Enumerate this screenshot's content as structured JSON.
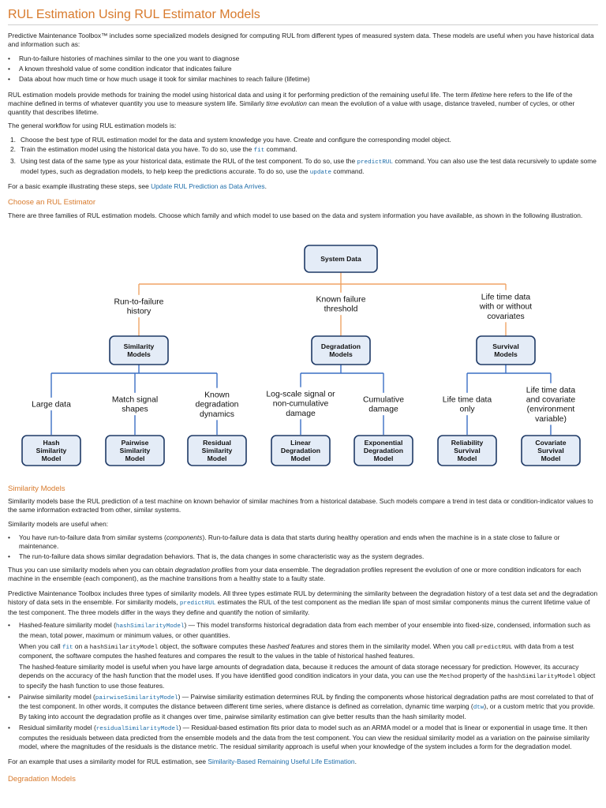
{
  "title": "RUL Estimation Using RUL Estimator Models",
  "intro": "Predictive Maintenance Toolbox™ includes some specialized models designed for computing RUL from different types of measured system data. These models are useful when you have historical data and information such as:",
  "intro_bullets": [
    "Run-to-failure histories of machines similar to the one you want to diagnose",
    "A known threshold value of some condition indicator that indicates failure",
    "Data about how much time or how much usage it took for similar machines to reach failure (lifetime)"
  ],
  "para2": {
    "a": "RUL estimation models provide methods for training the model using historical data and using it for performing prediction of the remaining useful life. The term ",
    "em1": "lifetime",
    "b": " here refers to the life of the machine defined in terms of whatever quantity you use to measure system life. Similarly ",
    "em2": "time evolution",
    "c": " can mean the evolution of a value with usage, distance traveled, number of cycles, or other quantity that describes lifetime."
  },
  "workflow_intro": "The general workflow for using RUL estimation models is:",
  "steps": [
    {
      "num": "1.",
      "text": "Choose the best type of RUL estimation model for the data and system knowledge you have. Create and configure the corresponding model object."
    },
    {
      "num": "2.",
      "a": "Train the estimation model using the historical data you have. To do so, use the ",
      "code": "fit",
      "b": " command."
    },
    {
      "num": "3.",
      "a": "Using test data of the same type as your historical data, estimate the RUL of the test component. To do so, use the ",
      "code1": "predictRUL",
      "b": " command. You can also use the test data recursively to update some model types, such as degradation models, to help keep the predictions accurate. To do so, use the ",
      "code2": "update",
      "c": " command."
    }
  ],
  "basic_example": {
    "a": "For a basic example illustrating these steps, see ",
    "link": "Update RUL Prediction as Data Arrives",
    "b": "."
  },
  "choose_heading": "Choose an RUL Estimator",
  "choose_text": "There are three families of RUL estimation models. Choose which family and which model to use based on the data and system information you have available, as shown in the following illustration.",
  "diagram": {
    "colors": {
      "orange": "#f0a465",
      "blue": "#3a6fc4",
      "box_fill": "#e4ecf7",
      "box_border": "#1f3a66"
    },
    "root": "System Data",
    "branch_labels": [
      [
        "Run-to-failure",
        "history"
      ],
      [
        "Known failure",
        "threshold"
      ],
      [
        "Life time data",
        "with or without",
        "covariates"
      ]
    ],
    "families": [
      [
        "Similarity",
        "Models"
      ],
      [
        "Degradation",
        "Models"
      ],
      [
        "Survival",
        "Models"
      ]
    ],
    "leaf_labels": [
      [
        "Large data"
      ],
      [
        "Match signal",
        "shapes"
      ],
      [
        "Known",
        "degradation",
        "dynamics"
      ],
      [
        "Log-scale signal or",
        "non-cumulative",
        "damage"
      ],
      [
        "Cumulative",
        "damage"
      ],
      [
        "Life time data",
        "only"
      ],
      [
        "Life time data",
        "and covariate",
        "(environment",
        "variable)"
      ]
    ],
    "leaves": [
      [
        "Hash",
        "Similarity",
        "Model"
      ],
      [
        "Pairwise",
        "Similarity",
        "Model"
      ],
      [
        "Residual",
        "Similarity",
        "Model"
      ],
      [
        "Linear",
        "Degradation",
        "Model"
      ],
      [
        "Exponential",
        "Degradation",
        "Model"
      ],
      [
        "Reliability",
        "Survival",
        "Model"
      ],
      [
        "Covariate",
        "Survival",
        "Model"
      ]
    ]
  },
  "similarity_heading": "Similarity Models",
  "sim_p1": "Similarity models base the RUL prediction of a test machine on known behavior of similar machines from a historical database. Such models compare a trend in test data or condition-indicator values to the same information extracted from other, similar systems.",
  "sim_p2": "Similarity models are useful when:",
  "sim_bullets": [
    {
      "a": "You have run-to-failure data from similar systems (",
      "em": "components",
      "b": "). Run-to-failure data is data that starts during healthy operation and ends when the machine is in a state close to failure or maintenance."
    },
    {
      "text": "The run-to-failure data shows similar degradation behaviors. That is, the data changes in some characteristic way as the system degrades."
    }
  ],
  "sim_p3": {
    "a": "Thus you can use similarity models when you can obtain ",
    "em": "degradation profiles",
    "b": " from your data ensemble. The degradation profiles represent the evolution of one or more condition indicators for each machine in the ensemble (each component), as the machine transitions from a healthy state to a faulty state."
  },
  "sim_p4": {
    "a": "Predictive Maintenance Toolbox includes three types of similarity models. All three types estimate RUL by determining the similarity between the degradation history of a test data set and the degradation history of data sets in the ensemble. For similarity models, ",
    "code": "predictRUL",
    "b": " estimates the RUL of the test component as the median life span of most similar components minus the current lifetime value of the test component. The three models differ in the ways they define and quantify the notion of similarity."
  },
  "models": [
    {
      "a": "Hashed-feature similarity model (",
      "code": "hashSimilarityModel",
      "b": ") — This model transforms historical degradation data from each member of your ensemble into fixed-size, condensed, information such as the mean, total power, maximum or minimum values, or other quantities.",
      "sub1": {
        "a": "When you call ",
        "code1": "fit",
        "b": " on a ",
        "code2": "hashSimilarityModel",
        "c": " object, the software computes these ",
        "em": "hashed features",
        "d": " and stores them in the similarity model. When you call ",
        "code3": "predictRUL",
        "e": " with data from a test component, the software computes the hashed features and compares the result to the values in the table of historical hashed features."
      },
      "sub2": {
        "a": "The hashed-feature similarity model is useful when you have large amounts of degradation data, because it reduces the amount of data storage necessary for prediction. However, its accuracy depends on the accuracy of the hash function that the model uses. If you have identified good condition indicators in your data, you can use the ",
        "code1": "Method",
        "b": " property of the ",
        "code2": "hashSimilarityModel",
        "c": " object to specify the hash function to use those features."
      }
    },
    {
      "a": "Pairwise similarity model (",
      "code": "pairwiseSimilarityModel",
      "b": ") — Pairwise similarity estimation determines RUL by finding the components whose historical degradation paths are most correlated to that of the test component. In other words, it computes the distance between different time series, where distance is defined as correlation, dynamic time warping (",
      "code2": "dtw",
      "c": "), or a custom metric that you provide. By taking into account the degradation profile as it changes over time, pairwise similarity estimation can give better results than the hash similarity model."
    },
    {
      "a": "Residual similarity model (",
      "code": "residualSimilarityModel",
      "b": ") — Residual-based estimation fits prior data to model such as an ARMA model or a model that is linear or exponential in usage time. It then computes the residuals between data predicted from the ensemble models and the data from the test component. You can view the residual similarity model as a variation on the pairwise similarity model, where the magnitudes of the residuals is the distance metric. The residual similarity approach is useful when your knowledge of the system includes a form for the degradation model."
    }
  ],
  "sim_example": {
    "a": "For an example that uses a similarity model for RUL estimation, see ",
    "link": "Similarity-Based Remaining Useful Life Estimation",
    "b": "."
  },
  "degradation_heading": "Degradation Models"
}
